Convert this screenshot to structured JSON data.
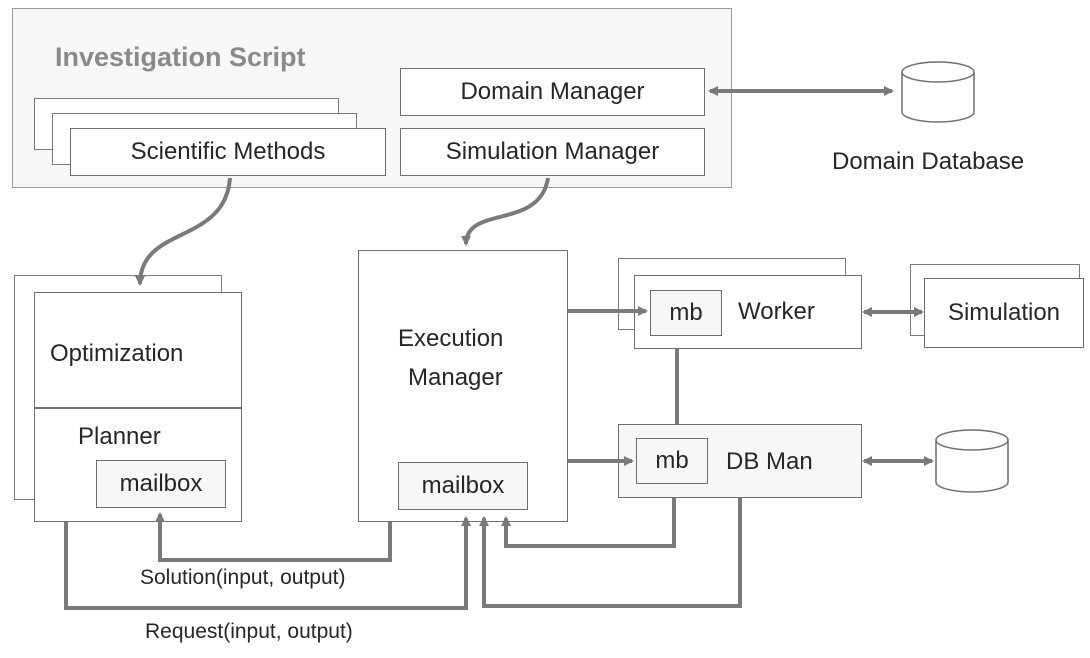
{
  "script": {
    "title": "Investigation Script",
    "scientific_methods": "Scientific Methods",
    "domain_manager": "Domain Manager",
    "simulation_manager": "Simulation Manager"
  },
  "domain_database": {
    "label": "Domain Database"
  },
  "planner": {
    "optimization": "Optimization",
    "planner": "Planner",
    "mailbox": "mailbox"
  },
  "execution_manager": {
    "label_line1": "Execution",
    "label_line2": "Manager",
    "mailbox": "mailbox"
  },
  "worker": {
    "mb": "mb",
    "label": "Worker"
  },
  "simulation": {
    "label": "Simulation"
  },
  "db_man": {
    "mb": "mb",
    "label": "DB Man"
  },
  "messages": {
    "solution": "Solution(input, output)",
    "request": "Request(input, output)"
  },
  "colors": {
    "line": "#7a7a7a",
    "border": "#6f6f6f",
    "panel_bg": "#f7f7f7",
    "title": "#8a8a8a"
  }
}
